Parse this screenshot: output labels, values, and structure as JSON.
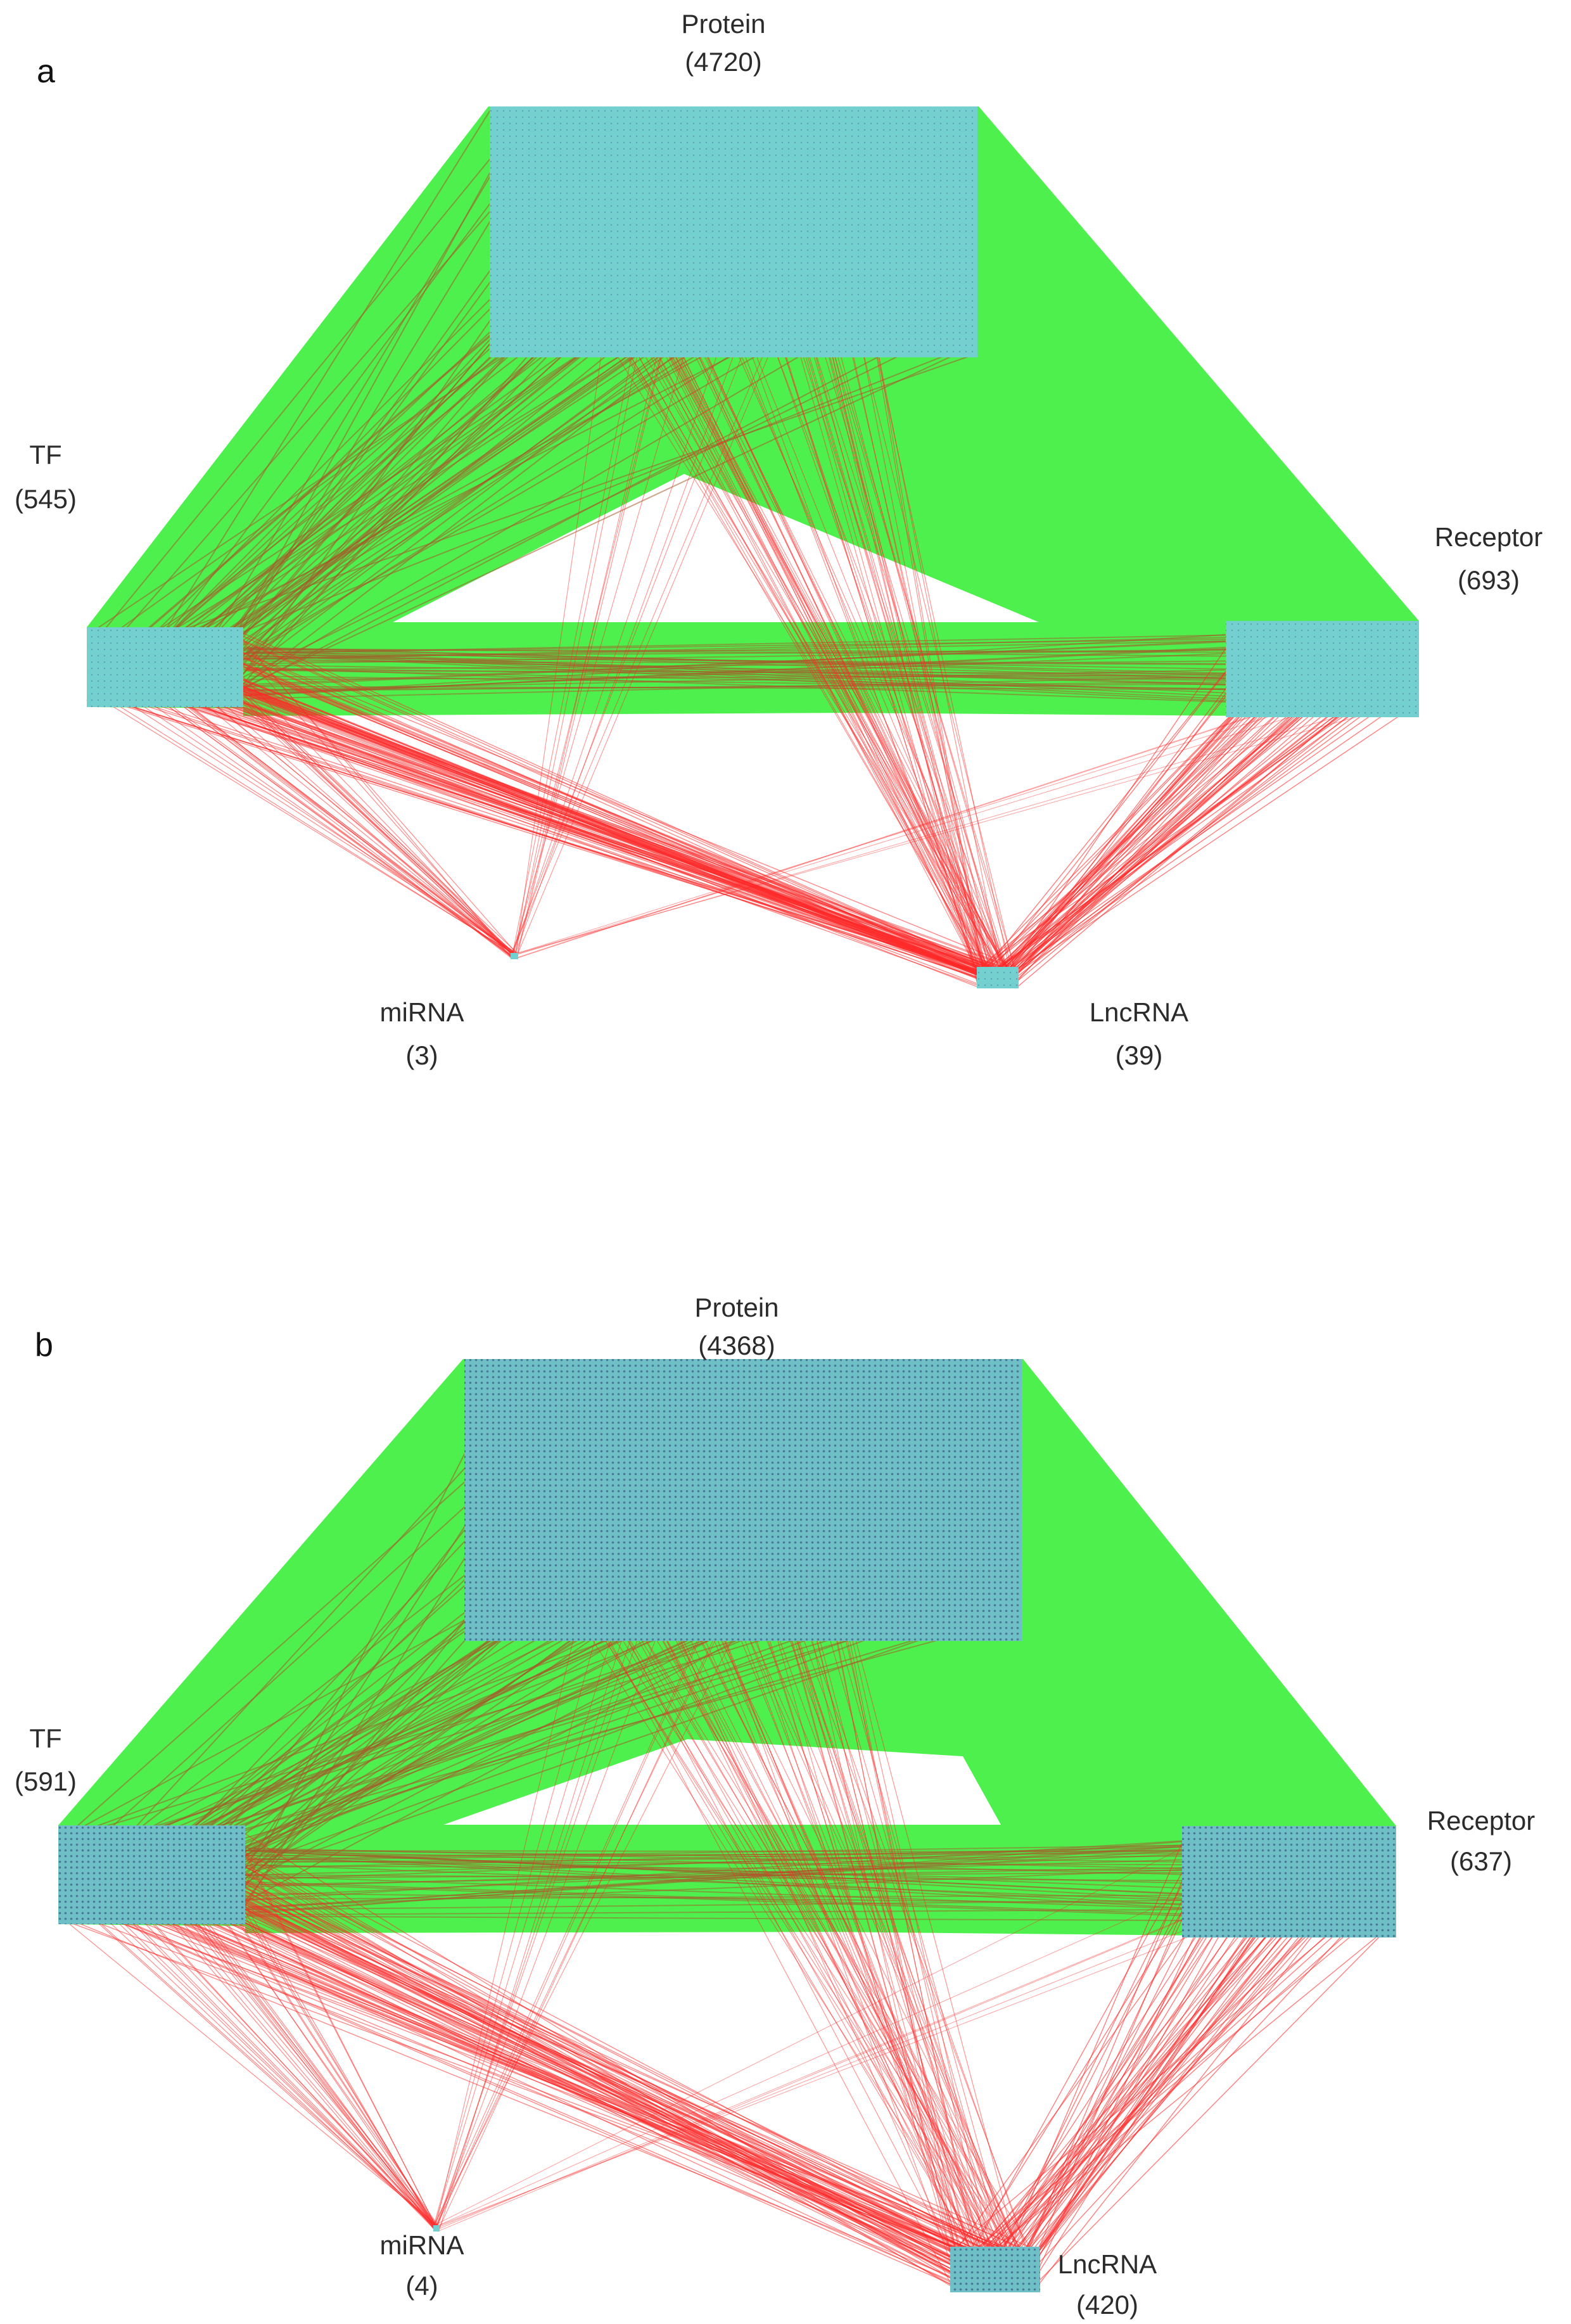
{
  "colors": {
    "interaction_edge": "#4df04d",
    "interaction_edge_dark": "#a65a2a",
    "regulation_edge": "#ff2a2a",
    "node_fill": "#74cfcf",
    "node_fill_dense": "#6fbfc6",
    "node_grid": "#4a7a9a",
    "label": "#2b2b2b"
  },
  "panels": [
    {
      "letter": "a",
      "nodes": {
        "protein": {
          "name": "Protein",
          "count": "(4720)"
        },
        "tf": {
          "name": "TF",
          "count": "(545)"
        },
        "receptor": {
          "name": "Receptor",
          "count": "(693)"
        },
        "mirna": {
          "name": "miRNA",
          "count": "(3)"
        },
        "lncrna": {
          "name": "LncRNA",
          "count": "(39)"
        }
      }
    },
    {
      "letter": "b",
      "nodes": {
        "protein": {
          "name": "Protein",
          "count": "(4368)"
        },
        "tf": {
          "name": "TF",
          "count": "(591)"
        },
        "receptor": {
          "name": "Receptor",
          "count": "(637)"
        },
        "mirna": {
          "name": "miRNA",
          "count": "(4)"
        },
        "lncrna": {
          "name": "LncRNA",
          "count": "(420)"
        }
      }
    }
  ]
}
